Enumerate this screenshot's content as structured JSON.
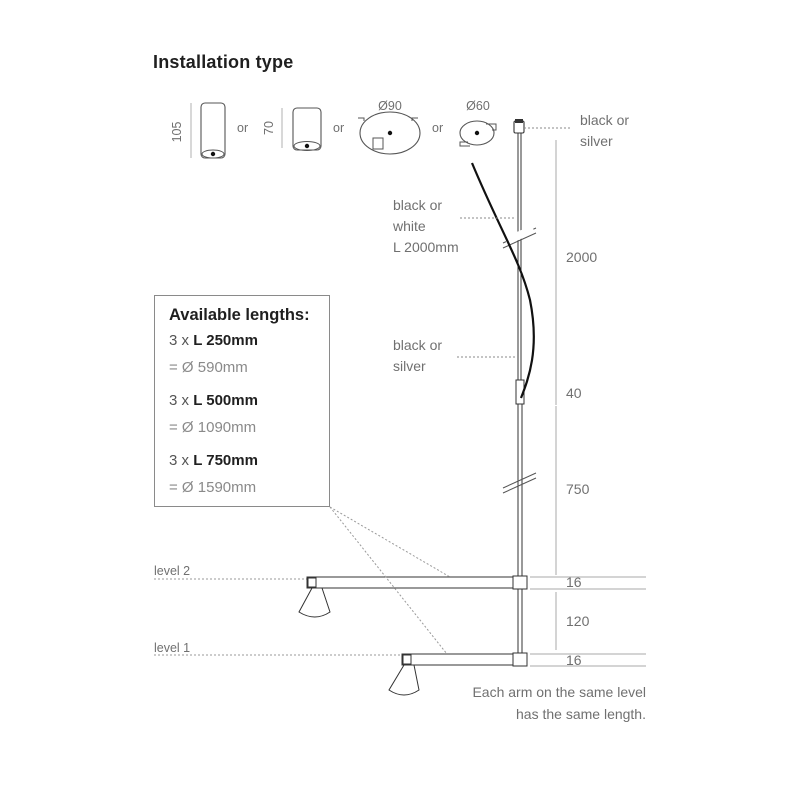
{
  "title": "Installation type",
  "options": [
    {
      "dimension": "105"
    },
    {
      "dimension": "70"
    },
    {
      "dimension": "Ø90"
    },
    {
      "dimension": "Ø60"
    }
  ],
  "or_label": "or",
  "labels": {
    "canopy_finish_1": "black or",
    "canopy_finish_2": "silver",
    "cable_finish_1": "black or",
    "cable_finish_2": "white",
    "cable_length": "L 2000mm",
    "rod_finish_1": "black or",
    "rod_finish_2": "silver"
  },
  "dimensions": {
    "cable": "2000",
    "connector": "40",
    "rod": "750",
    "level2_thickness": "16",
    "level_gap": "120",
    "level1_thickness": "16"
  },
  "levels": {
    "level2": "level 2",
    "level1": "level 1"
  },
  "lengths_box": {
    "title": "Available lengths:",
    "items": [
      {
        "count": "3 x",
        "length": "L 250mm",
        "diameter": "= Ø 590mm"
      },
      {
        "count": "3 x",
        "length": "L 500mm",
        "diameter": "= Ø 1090mm"
      },
      {
        "count": "3 x",
        "length": "L 750mm",
        "diameter": "= Ø 1590mm"
      }
    ]
  },
  "note": {
    "line1": "Each arm on the same level",
    "line2": "has the same length."
  },
  "colors": {
    "line": "#2b2b2b",
    "light_line": "#8a8a8a",
    "text": "#707070",
    "cable": "#111111"
  }
}
